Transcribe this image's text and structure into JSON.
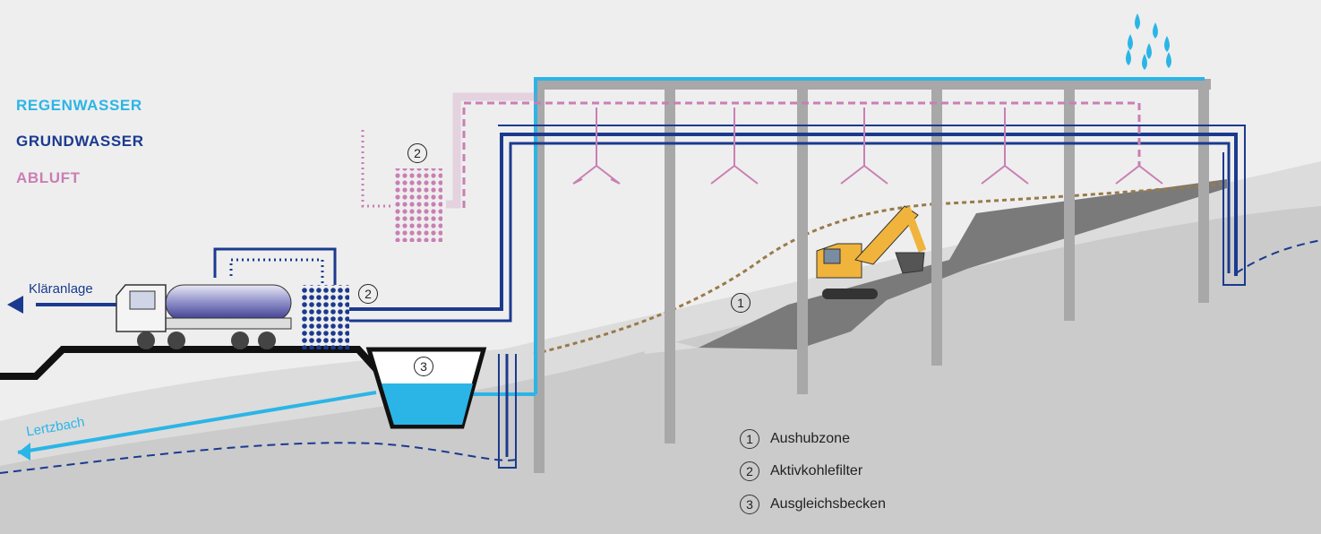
{
  "legend": {
    "regenwasser": "REGENWASSER",
    "grundwasser": "GRUNDWASSER",
    "abluft": "ABLUFT"
  },
  "flow_labels": {
    "klaeranlage": "Kläranlage",
    "lertzbach": "Lertzbach"
  },
  "markers": {
    "excavation": "1",
    "filter_air": "2",
    "filter_water": "2",
    "basin": "3"
  },
  "key": [
    {
      "num": "1",
      "label": "Aushubzone"
    },
    {
      "num": "2",
      "label": "Aktivkohlefilter"
    },
    {
      "num": "3",
      "label": "Ausgleichsbecken"
    }
  ],
  "colors": {
    "rain": "#2bb5e6",
    "ground": "#1b3a8f",
    "air": "#c97fb4",
    "structure": "#a8a8a8",
    "terrain_light": "#cfcfcf",
    "terrain_dark": "#7a7a7a",
    "excavator": "#f0b43c",
    "background": "#eeeeee"
  },
  "icons": [
    "rain-drops-icon",
    "tanker-truck-icon",
    "excavator-icon",
    "arrow-left-icon"
  ]
}
